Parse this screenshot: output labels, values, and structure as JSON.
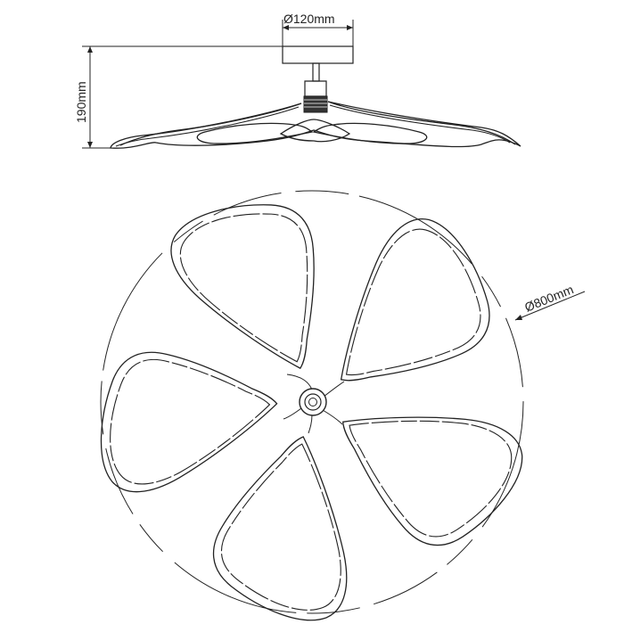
{
  "dimensions": {
    "canopy_diameter": "Ø120mm",
    "height": "190mm",
    "shade_diameter": "Ø800mm"
  },
  "petal_count": 5
}
